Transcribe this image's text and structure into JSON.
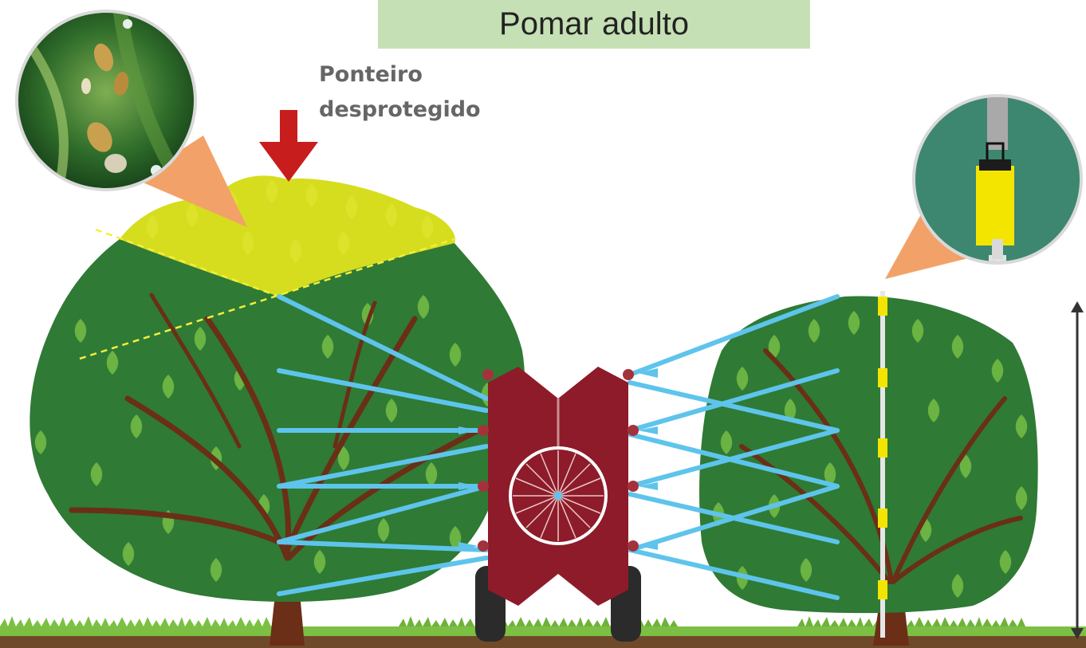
{
  "title": "Pomar adulto",
  "annotation": {
    "line1": "Ponteiro",
    "line2": "desprotegido"
  },
  "colors": {
    "title_bg": "#c5e0b4",
    "foliage_dark": "#2f7a35",
    "foliage_light": "#6bb342",
    "unprotected_top": "#d6dd1e",
    "trunk": "#6b2e17",
    "sprayer": "#8e1b2a",
    "spray_jet": "#5ec4ec",
    "arrow": "#c81d1d",
    "callout_cone": "#f2a268",
    "ground": "#6f4a2a",
    "grass": "#7cc043",
    "collector_yellow": "#f4e500"
  }
}
